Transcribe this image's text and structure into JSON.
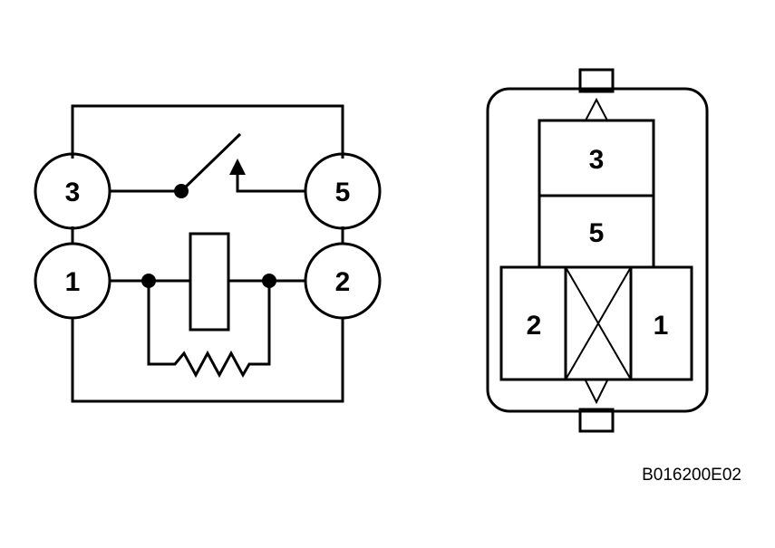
{
  "schematic": {
    "terminals": {
      "t3": "3",
      "t5": "5",
      "t1": "1",
      "t2": "2"
    }
  },
  "connector": {
    "cells": {
      "c3": "3",
      "c5": "5",
      "c2": "2",
      "c1": "1"
    }
  },
  "figure_code": "B016200E02"
}
